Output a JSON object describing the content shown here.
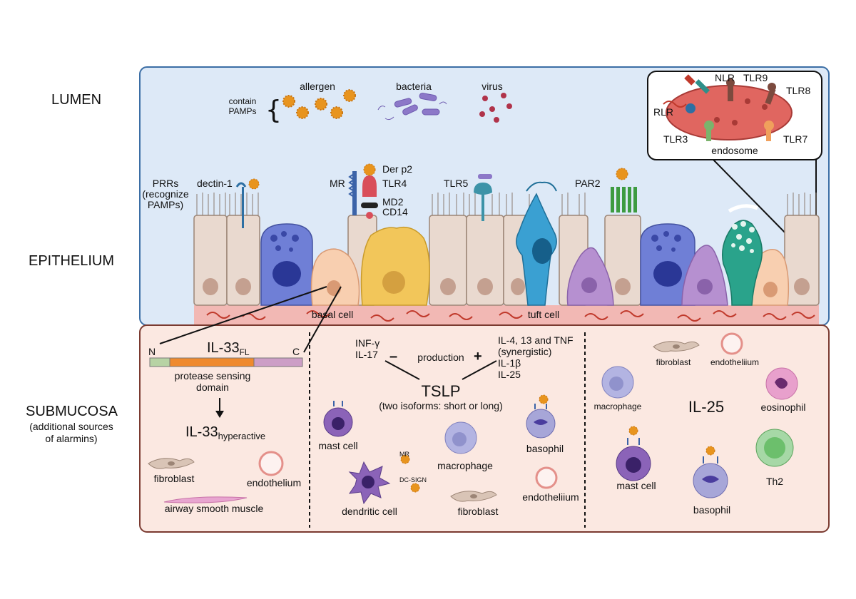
{
  "regions": {
    "lumen": "LUMEN",
    "epithelium": "EPITHELIUM",
    "submucosa": "SUBMUCOSA",
    "submucosa_note_1": "(additional sources",
    "submucosa_note_2": "of alarmins)"
  },
  "lumen": {
    "contain_1": "contain",
    "contain_2": "PAMPs",
    "allergen": "allergen",
    "bacteria": "bacteria",
    "virus": "virus",
    "prrs_1": "PRRs",
    "prrs_2": "(recognize",
    "prrs_3": "PAMPs)",
    "dectin": "dectin-1",
    "mr": "MR",
    "der_p2": "Der p2",
    "tlr4": "TLR4",
    "md2": "MD2",
    "cd14": "CD14",
    "tlr5": "TLR5",
    "par2": "PAR2"
  },
  "endosome_inset": {
    "nlr": "NLR",
    "tlr9": "TLR9",
    "tlr8": "TLR8",
    "rlr": "RLR",
    "tlr3": "TLR3",
    "tlr7": "TLR7",
    "endosome": "endosome"
  },
  "epithelium": {
    "basal_cell": "basal cell",
    "tuft_cell": "tuft cell"
  },
  "il33_panel": {
    "title": "IL-33",
    "title_sub": "FL",
    "n": "N",
    "c": "C",
    "domain_1": "protease sensing",
    "domain_2": "domain",
    "hyper": "IL-33",
    "hyper_sub": "hyperactive",
    "fibroblast": "fibroblast",
    "endothelium": "endothelium",
    "smooth_muscle": "airway smooth muscle"
  },
  "tslp_panel": {
    "inf": "INF-γ",
    "il17": "IL-17",
    "minus": "–",
    "production": "production",
    "plus": "+",
    "right_1": "IL-4, 13 and TNF",
    "right_2": "(synergistic)",
    "right_3": "IL-1β",
    "right_4": "IL-25",
    "title": "TSLP",
    "isoforms": "(two isoforms: short or long)",
    "mast_cell": "mast cell",
    "basophil": "basophil",
    "macrophage": "macrophage",
    "mr": "MR",
    "dc_sign": "DC-SIGN",
    "dendritic_cell": "dendritic cell",
    "fibroblast": "fibroblast",
    "endothelium": "endotheliium"
  },
  "il25_panel": {
    "fibroblast": "fibroblast",
    "endothelium": "endotheliium",
    "macrophage": "macrophage",
    "title": "IL-25",
    "eosinophil": "eosinophil",
    "mast_cell": "mast cell",
    "basophil": "basophil",
    "th2": "Th2"
  },
  "colors": {
    "lumen_bg": "#dde9f7",
    "lumen_border": "#3b6ea5",
    "submucosa_bg": "#fbe8e1",
    "submucosa_border": "#7a3a30",
    "allergen": "#e8941e",
    "bacteria": "#8c78c8",
    "virus": "#b0334a",
    "endosome": "#e06660",
    "ciliated_cell": "#e9d9cf",
    "goblet_cell": "#6f7fd6",
    "basal_cell": "#f8cfb0",
    "yellow_cell": "#f2c65a",
    "tuft_cell": "#3aa0d2",
    "purple_cell": "#b690d0",
    "teal_cell": "#2aa38b",
    "il33_orange": "#ef8a2e",
    "il33_green": "#b7d3a4",
    "il33_pink": "#cc9ec6"
  }
}
